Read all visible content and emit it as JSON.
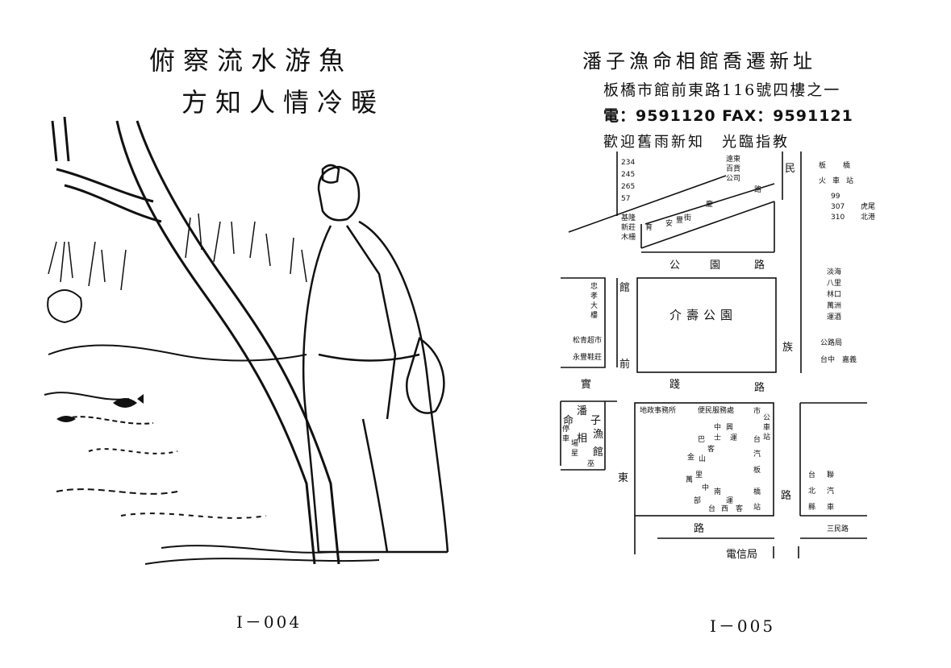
{
  "left_page": {
    "poem_line1": "俯察流水游魚",
    "poem_line2": "方知人情冷暖",
    "illustration": "scholar-by-river-illustration",
    "page_number": "I－004"
  },
  "right_page": {
    "header": "潘子漁命相館喬遷新址",
    "address": "板橋市館前東路116號四樓之一",
    "phone": "電：9591120  FAX：9591121",
    "welcome": "歡迎舊雨新知　光臨指教",
    "page_number": "I－005",
    "map": {
      "bus_numbers": [
        "234",
        "245",
        "265",
        "57"
      ],
      "dept_store": [
        "遠東",
        "百貨",
        "公司"
      ],
      "bank": [
        "基隆",
        "新莊",
        "木柵"
      ],
      "road_diag1": [
        "路",
        "慶"
      ],
      "road_diag2": [
        "育",
        "安",
        "豐",
        "街"
      ],
      "min_char": "民",
      "zu_char": "族",
      "station_block": [
        "板",
        "橋",
        "火",
        "車",
        "站"
      ],
      "routes": [
        "99",
        "307",
        "310"
      ],
      "route_dests": [
        "虎尾",
        "北港"
      ],
      "park_road": [
        "公",
        "園",
        "路"
      ],
      "park_name": "介壽公園",
      "guan_chars": [
        "館",
        "前"
      ],
      "left_block": [
        "忠",
        "孝",
        "大",
        "樓"
      ],
      "left_shops": [
        "松青超市",
        "永豐鞋莊"
      ],
      "tamsui_cols": [
        "淡海",
        "八里",
        "林口",
        "萬洲",
        "運酒"
      ],
      "bus_co": "公路局",
      "taichung": "台中　嘉義",
      "jian_road": [
        "踐",
        "路"
      ],
      "shi_char": "實",
      "dong_char": "東",
      "shop": [
        "潘",
        "子",
        "命",
        "相",
        "漁",
        "館"
      ],
      "shop_small": [
        "停",
        "車",
        "場",
        "星",
        "巫"
      ],
      "office": "地政事務所",
      "office2": "便民服務處",
      "terminal_chars": [
        "中",
        "興",
        "巴",
        "士",
        "台",
        "汽",
        "客",
        "運",
        "金",
        "山",
        "萬",
        "里",
        "中",
        "南",
        "部",
        "台",
        "西",
        "客",
        "運",
        "板",
        "橋",
        "站",
        "市",
        "公",
        "車",
        "站"
      ],
      "right_small": [
        "台",
        "聯",
        "北",
        "汽",
        "縣",
        "車"
      ],
      "bottom_road": "路",
      "bottom_right_road": "三民路",
      "telecom": "電信局",
      "lu_char": "路"
    }
  }
}
